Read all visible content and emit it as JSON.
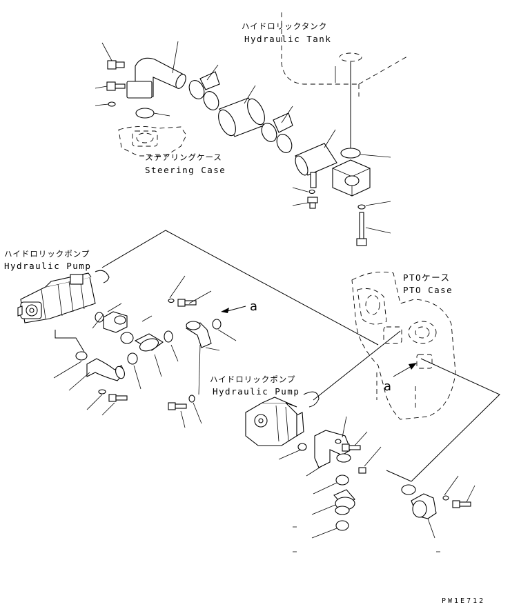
{
  "labels": {
    "hydraulic_tank_jp": "ハイドロリックタンク",
    "hydraulic_tank_en": "Hydraulic Tank",
    "steering_case_jp": "ステアリングケース",
    "steering_case_en": "Steering Case",
    "hydraulic_pump_1_jp": "ハイドロリックポンプ",
    "hydraulic_pump_1_en": "Hydraulic Pump",
    "pto_case_jp": "PTOケース",
    "pto_case_en": "PTO Case",
    "hydraulic_pump_2_jp": "ハイドロリックポンプ",
    "hydraulic_pump_2_en": "Hydraulic Pump",
    "ref_a_1": "a",
    "ref_a_2": "a"
  },
  "drawing_code": "PW1E712"
}
